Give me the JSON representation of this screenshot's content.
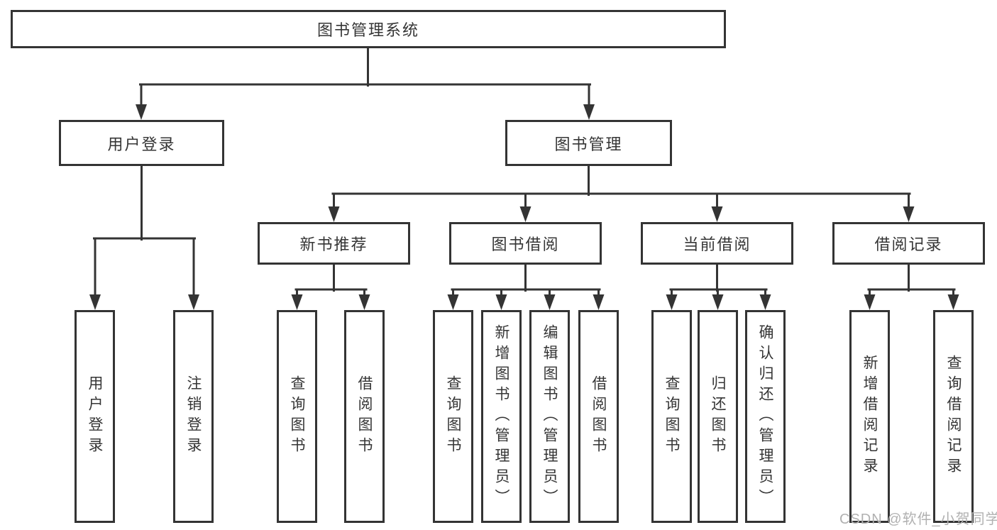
{
  "tree": {
    "root": "图书管理系统",
    "login": {
      "label": "用户登录",
      "children": [
        "用户登录",
        "注销登录"
      ]
    },
    "manage": {
      "label": "图书管理",
      "sections": [
        {
          "label": "新书推荐",
          "children": [
            "查询图书",
            "借阅图书"
          ]
        },
        {
          "label": "图书借阅",
          "children": [
            "查询图书",
            "新增图书（管理员）",
            "编辑图书（管理员）",
            "借阅图书"
          ]
        },
        {
          "label": "当前借阅",
          "children": [
            "查询图书",
            "归还图书",
            "确认归还（管理员）"
          ]
        },
        {
          "label": "借阅记录",
          "children": [
            "新增借阅记录",
            "查询借阅记录"
          ]
        }
      ]
    }
  },
  "watermark": {
    "text": "CSDN @软件_小贺同学"
  },
  "colors": {
    "line": "#343434",
    "text": "#353535",
    "watermark": "#b1b1b1",
    "background": "#ffffff"
  }
}
